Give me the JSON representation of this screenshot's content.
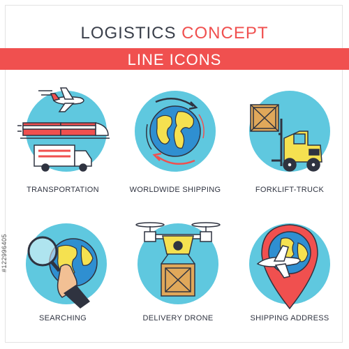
{
  "header": {
    "title_main": "LOGISTICS",
    "title_accent": "CONCEPT",
    "banner": "LINE ICONS"
  },
  "icons": [
    {
      "label": "TRANSPORTATION"
    },
    {
      "label": "WORLDWIDE SHIPPING"
    },
    {
      "label": "FORKLIFT-TRUCK"
    },
    {
      "label": "SEARCHING"
    },
    {
      "label": "DELIVERY DRONE"
    },
    {
      "label": "SHIPPING ADDRESS"
    }
  ],
  "stock_id": "#122996405",
  "colors": {
    "circle": "#5fc8df",
    "accent_red": "#f0504f",
    "earth_yellow": "#f5e150",
    "earth_blue": "#2f8fd1",
    "outline": "#2f3340",
    "box_brown": "#e0a85a"
  }
}
